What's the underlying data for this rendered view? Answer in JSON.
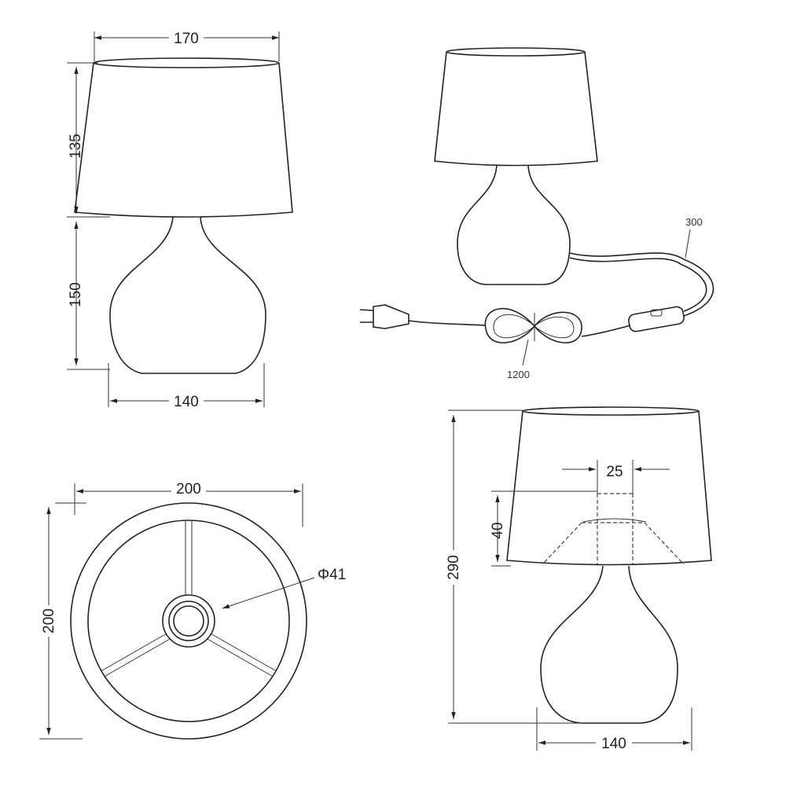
{
  "views": {
    "front": {
      "width_shade": "170",
      "height_shade": "135",
      "height_base": "150",
      "width_base": "140"
    },
    "perspective": {
      "cord_lamp_to_switch": "300",
      "cord_total": "1200"
    },
    "top": {
      "width": "200",
      "depth": "200",
      "fitting_diameter": "Φ41"
    },
    "section": {
      "total_height": "290",
      "fitting_depth": "40",
      "fitting_width": "25",
      "width_base": "140"
    }
  },
  "colors": {
    "line": "#222222",
    "background": "#ffffff"
  }
}
